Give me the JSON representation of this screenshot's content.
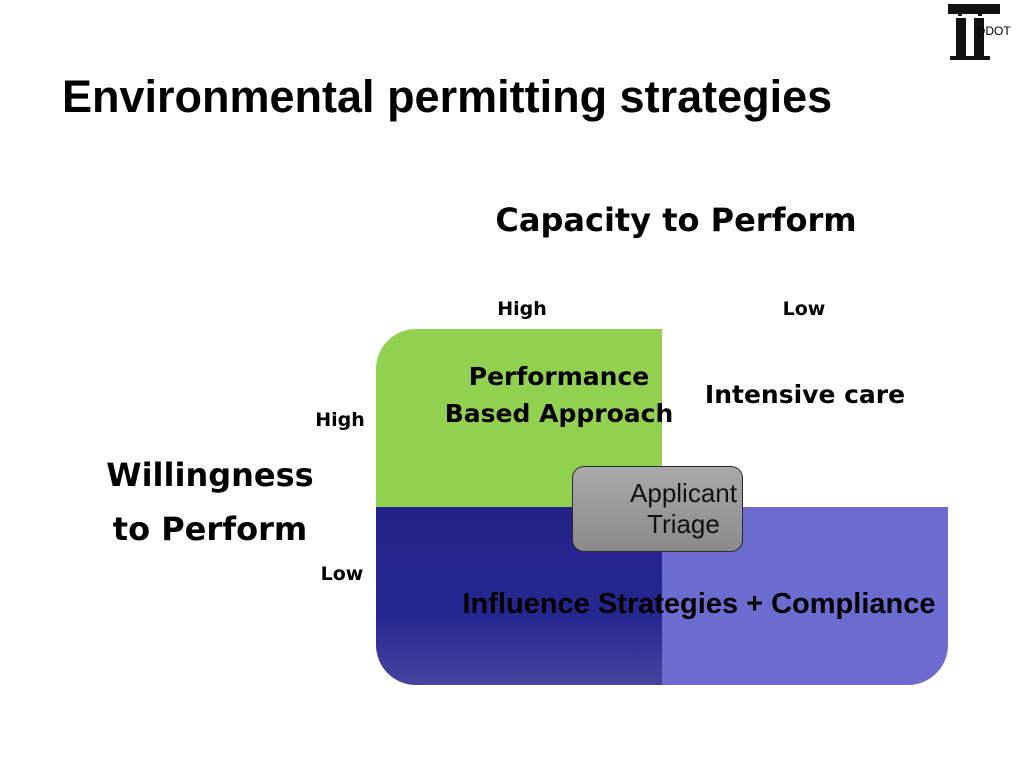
{
  "logo": {
    "text": "ODOT"
  },
  "title": "Environmental permitting strategies",
  "diagram": {
    "top_axis_title": "Capacity to Perform",
    "column_labels": [
      "High",
      "Low"
    ],
    "side_axis_title": "Willingness to Perform",
    "row_labels": [
      "High",
      "Low"
    ],
    "quadrants": {
      "high_high": "Performance Based Approach",
      "low_capacity_high_willingness": "Intensive care",
      "low_willingness": "Influence Strategies + Compliance"
    },
    "center_box": "Applicant Triage"
  },
  "colors": {
    "green_quadrant": "#92d050",
    "dark_blue_quadrant": "#222288",
    "light_blue_quadrant": "#6b6bd0",
    "triage_box": "#9a9a9a"
  }
}
